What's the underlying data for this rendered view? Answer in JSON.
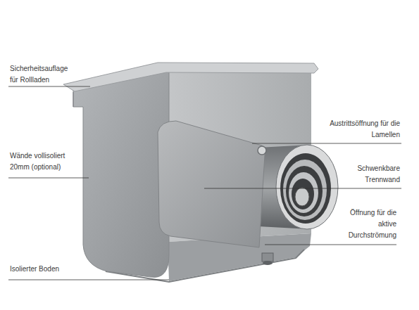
{
  "diagram": {
    "labels": [
      "Sicherheitsauflage für Rollladen",
      "Wände vollisoliert 20mm (optional)",
      "Isolierter Boden",
      "Austrittsöffnung für die Lamellen",
      "Schwenkbare Trennwand",
      "Öffnung für die aktive Durchströmung"
    ]
  }
}
